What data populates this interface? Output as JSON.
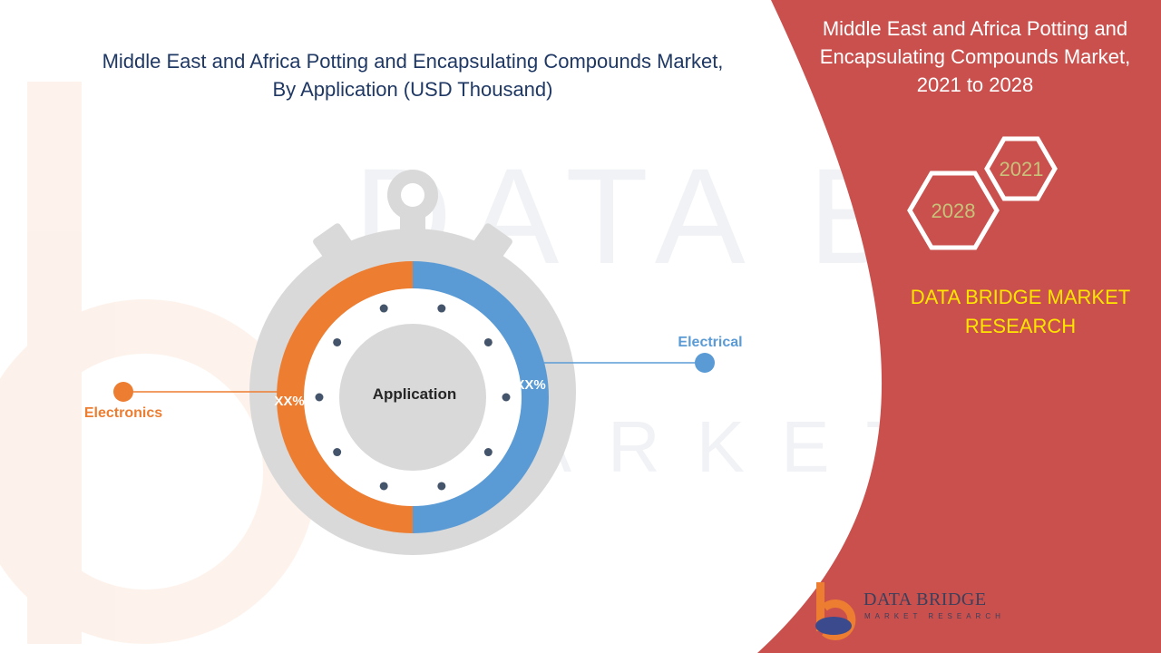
{
  "chart_title": {
    "line1": "Middle East and Africa Potting and Encapsulating Compounds Market,",
    "line2": "By Application (USD Thousand)"
  },
  "side_panel": {
    "title": "Middle East and Africa Potting and Encapsulating Compounds Market, 2021 to 2028",
    "year_start": "2021",
    "year_end": "2028",
    "brand": "DATA BRIDGE MARKET RESEARCH",
    "logo_name": "DATA BRIDGE",
    "logo_tagline": "MARKET RESEARCH",
    "color": "#c9504d",
    "brand_color": "#ffe500"
  },
  "chart_data": {
    "type": "pie",
    "title": "Middle East and Africa Potting and Encapsulating Compounds Market, By Application (USD Thousand)",
    "center_label": "Application",
    "series": [
      {
        "name": "Electrical",
        "value": 50,
        "label": "XX%",
        "color": "#5b9bd5"
      },
      {
        "name": "Electronics",
        "value": 50,
        "label": "XX%",
        "color": "#ed7d31"
      }
    ]
  },
  "icons": {
    "stopwatch": "stopwatch-icon",
    "hexagons": "hexagon-icon",
    "logo": "data-bridge-logo-icon"
  }
}
